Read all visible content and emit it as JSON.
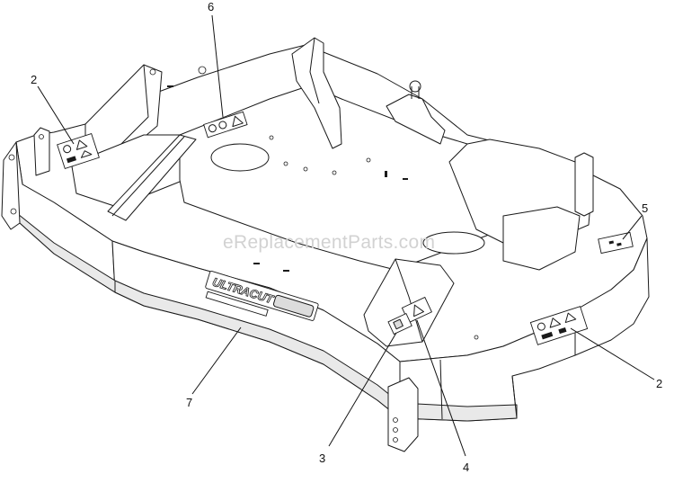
{
  "watermark": "eReplacementParts.com",
  "brand_decal": "ULTRACUT",
  "callouts": [
    {
      "id": "c6",
      "label": "6"
    },
    {
      "id": "c2a",
      "label": "2"
    },
    {
      "id": "c5",
      "label": "5"
    },
    {
      "id": "c2b",
      "label": "2"
    },
    {
      "id": "c7",
      "label": "7"
    },
    {
      "id": "c3",
      "label": "3"
    },
    {
      "id": "c4",
      "label": "4"
    }
  ]
}
